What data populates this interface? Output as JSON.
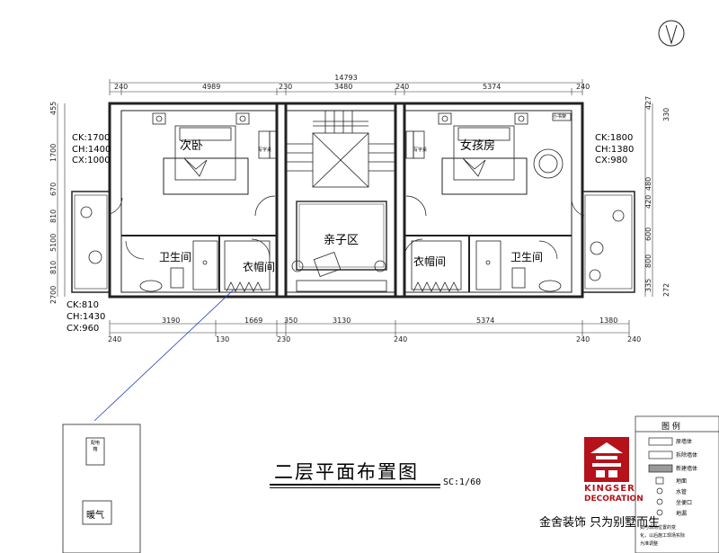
{
  "plan": {
    "title": "二层平面布置图",
    "scale": "SC:1/60",
    "overall_width": "14793",
    "top_dims": [
      "240",
      "4989",
      "230",
      "3480",
      "240",
      "5374",
      "240"
    ],
    "bottom_dims_upper": [
      "3190",
      "1669",
      "350",
      "3130",
      "5374",
      "1380"
    ],
    "bottom_dims_lower": [
      "240",
      "130",
      "230",
      "240",
      "240",
      "240"
    ],
    "left_dims": [
      "455",
      "1700",
      "670",
      "810",
      "5100",
      "810",
      "2700"
    ],
    "right_dims": [
      "427",
      "330",
      "420",
      "480",
      "600",
      "800",
      "335",
      "272"
    ],
    "rooms": {
      "bedroom2": "次卧",
      "girls_room": "女孩房",
      "family_area": "亲子区",
      "bath_left": "卫生间",
      "bath_right": "卫生间",
      "closet_left": "衣帽间",
      "closet_right": "衣帽间",
      "heating": "暖气",
      "elec_box": "配电箱",
      "desk_left": "写字桌",
      "desk_right": "写字桌",
      "small_label": "小书架"
    },
    "heights_left_top": [
      "CK:1700",
      "CH:1400",
      "CX:1000"
    ],
    "heights_right_top": [
      "CK:1800",
      "CH:1380",
      "CX:980"
    ],
    "heights_left_bottom": [
      "CK:810",
      "CH:1430",
      "CX:960"
    ]
  },
  "legend": {
    "title": "图 例",
    "items": [
      "原墙体",
      "拆除墙体",
      "新建墙体",
      "地面",
      "地漏"
    ],
    "items_extra": [
      "水管",
      "坐便口",
      "地漏"
    ],
    "note_lines": [
      "如与现场位置的变",
      "化，以后施工现场实际",
      "为准调整"
    ]
  },
  "brand": {
    "name": "KINGSER",
    "sub": "DECORATION",
    "slogan": "金舍装饰 只为别墅而生",
    "color": "#b5121b"
  }
}
